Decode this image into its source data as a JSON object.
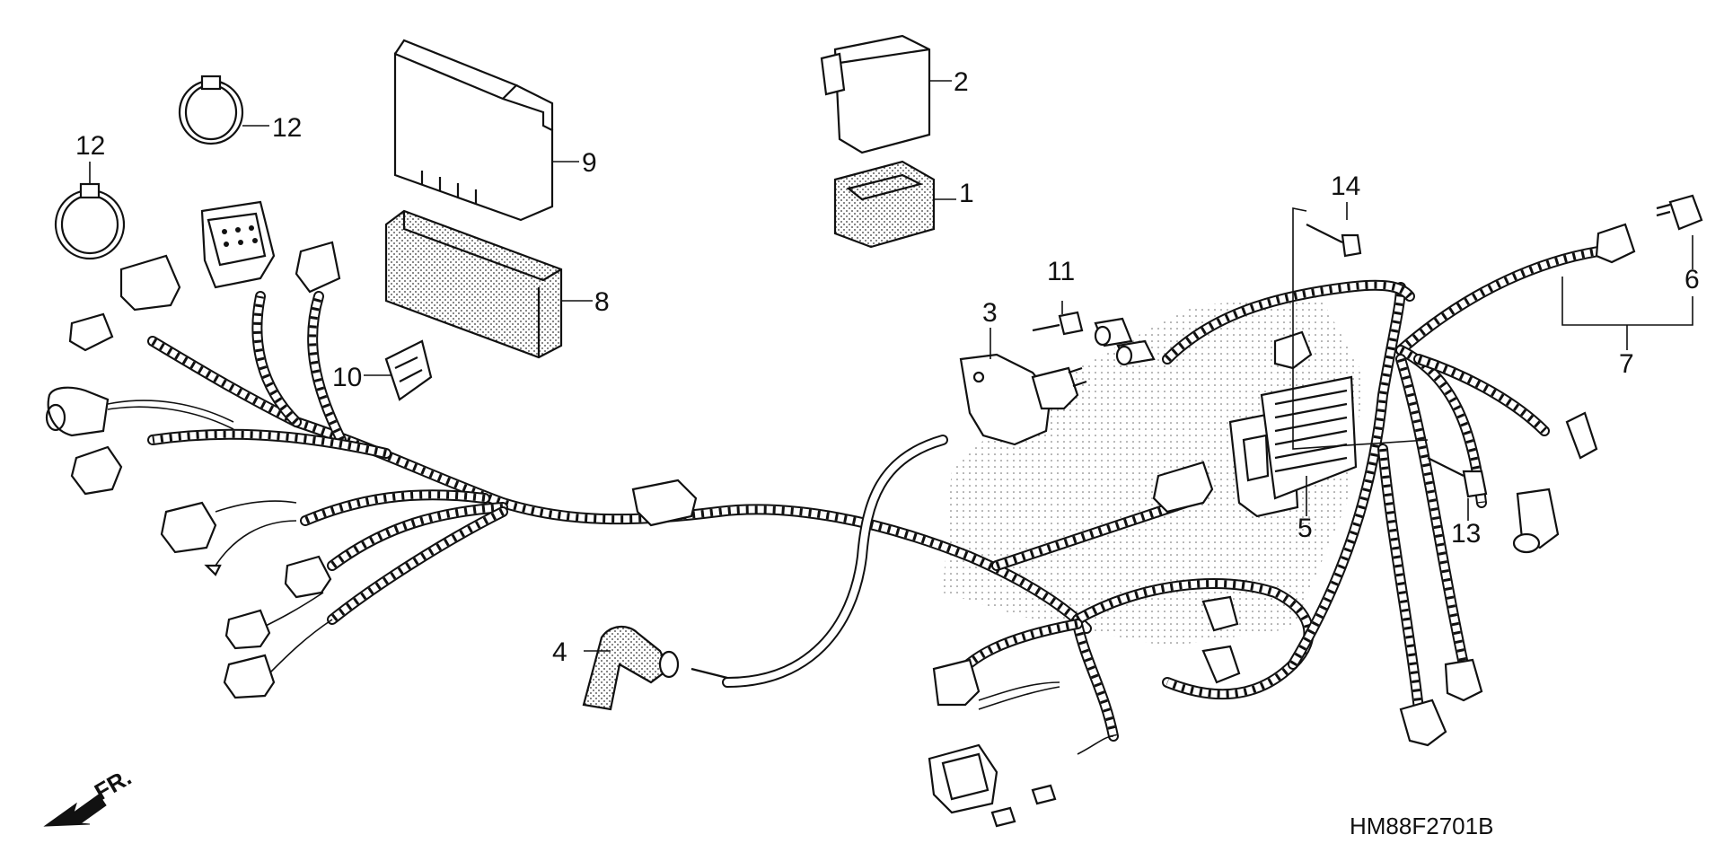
{
  "diagram": {
    "callouts": [
      {
        "id": "1",
        "label": "1"
      },
      {
        "id": "2",
        "label": "2"
      },
      {
        "id": "3",
        "label": "3"
      },
      {
        "id": "4",
        "label": "4"
      },
      {
        "id": "5",
        "label": "5"
      },
      {
        "id": "6",
        "label": "6"
      },
      {
        "id": "7",
        "label": "7"
      },
      {
        "id": "8",
        "label": "8"
      },
      {
        "id": "9",
        "label": "9"
      },
      {
        "id": "10",
        "label": "10"
      },
      {
        "id": "11",
        "label": "11"
      },
      {
        "id": "12a",
        "label": "12"
      },
      {
        "id": "12b",
        "label": "12"
      },
      {
        "id": "13",
        "label": "13"
      },
      {
        "id": "14",
        "label": "14"
      }
    ],
    "diagram_code": "HM88F2701B",
    "front_indicator": "FR."
  }
}
